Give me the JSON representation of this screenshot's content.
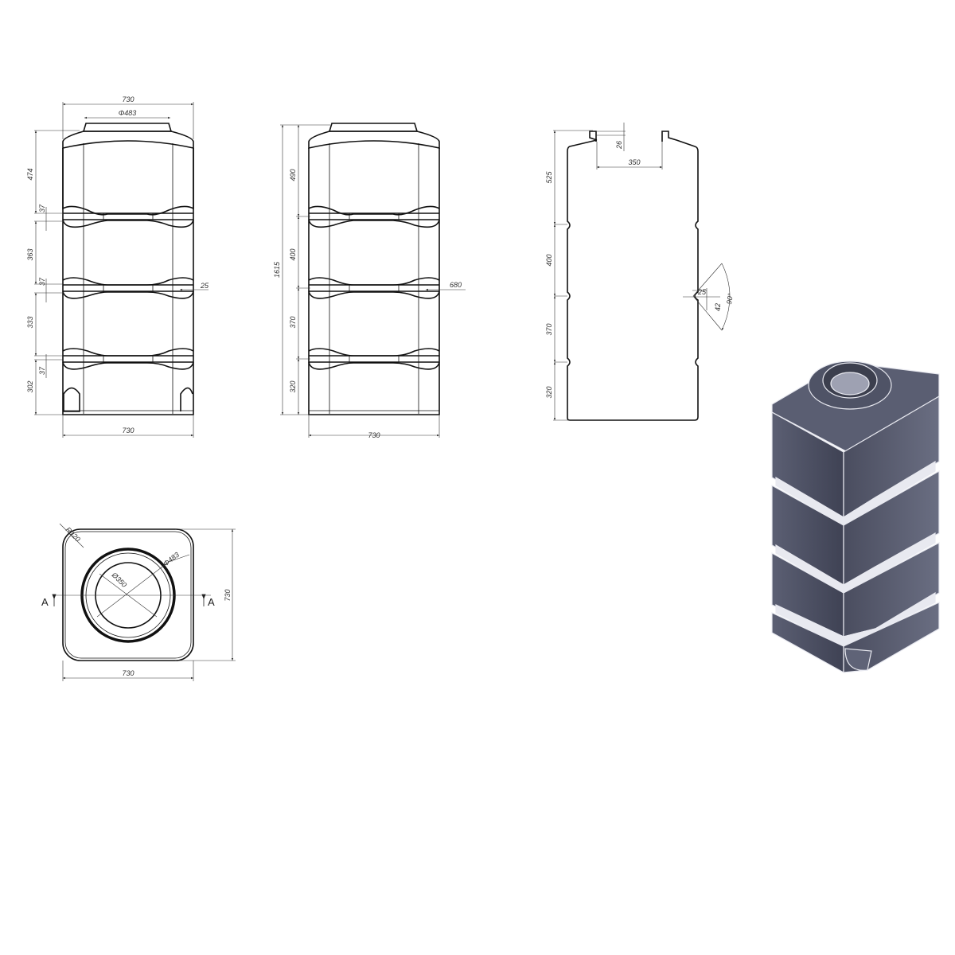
{
  "front_view": {
    "width_top": "730",
    "width_bottom": "730",
    "neck_diameter": "Φ483",
    "heights": [
      "474",
      "37",
      "363",
      "37",
      "333",
      "37",
      "302"
    ],
    "groove_depth": "25"
  },
  "side_view": {
    "total_height": "1615",
    "heights": [
      "490",
      "400",
      "370",
      "320"
    ],
    "inner_width": "680",
    "width_bottom": "730"
  },
  "section_view": {
    "neck_height": "26",
    "opening_width": "350",
    "heights": [
      "525",
      "400",
      "370",
      "320"
    ],
    "groove_depth": "25",
    "groove_height": "42",
    "groove_angle": "90°"
  },
  "top_view": {
    "corner_radius": "R120",
    "outer_diameter": "Φ483",
    "inner_diameter": "Ø350",
    "width": "730",
    "depth": "730",
    "section_label_left": "A",
    "section_label_right": "A"
  },
  "colors": {
    "render_body": "#4f5366",
    "render_light": "#e8e9f0"
  }
}
